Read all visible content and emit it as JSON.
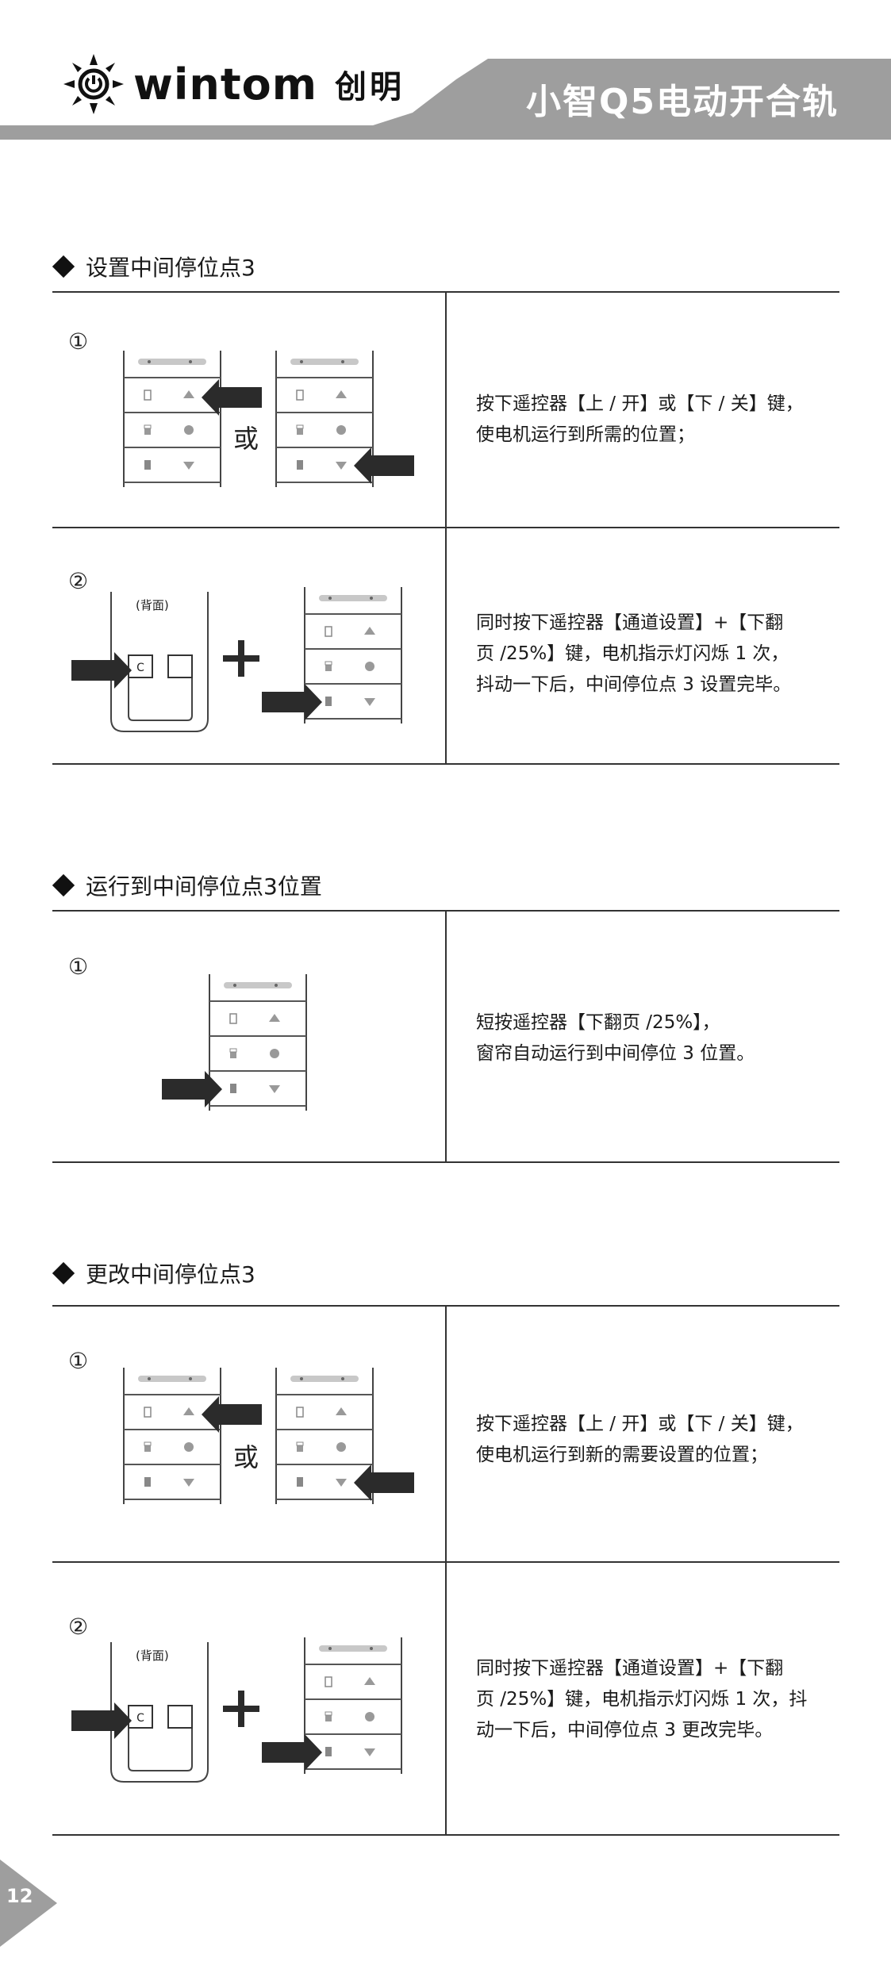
{
  "header": {
    "brand_word": "wintom",
    "brand_cn": "创明",
    "product_title": "小智Q5电动开合轨",
    "bar_color": "#9e9e9e"
  },
  "sections": [
    {
      "heading": "设置中间停位点3",
      "steps": [
        {
          "num": "①",
          "or_label": "或",
          "lines": [
            "按下遥控器【上 / 开】或【下 / 关】键，",
            "使电机运行到所需的位置；"
          ]
        },
        {
          "num": "②",
          "back_label": "(背面)",
          "lines": [
            "同时按下遥控器【通道设置】+【下翻",
            "页 /25%】键，电机指示灯闪烁 1 次，",
            "抖动一下后，中间停位点 3 设置完毕。"
          ]
        }
      ]
    },
    {
      "heading": "运行到中间停位点3位置",
      "steps": [
        {
          "num": "①",
          "lines": [
            "短按遥控器【下翻页 /25%】，",
            "窗帘自动运行到中间停位 3 位置。"
          ]
        }
      ]
    },
    {
      "heading": "更改中间停位点3",
      "steps": [
        {
          "num": "①",
          "or_label": "或",
          "lines": [
            "按下遥控器【上 / 开】或【下 / 关】键，",
            "使电机运行到新的需要设置的位置；"
          ]
        },
        {
          "num": "②",
          "back_label": "(背面)",
          "lines": [
            "同时按下遥控器【通道设置】+【下翻",
            "页 /25%】键，电机指示灯闪烁 1 次，抖",
            "动一下后，中间停位点 3 更改完毕。"
          ]
        }
      ]
    }
  ],
  "page": {
    "number": "12"
  },
  "icons": [
    "sun-logo-icon",
    "remote-front-icon",
    "remote-back-icon",
    "arrow-right-icon",
    "plus-icon"
  ]
}
